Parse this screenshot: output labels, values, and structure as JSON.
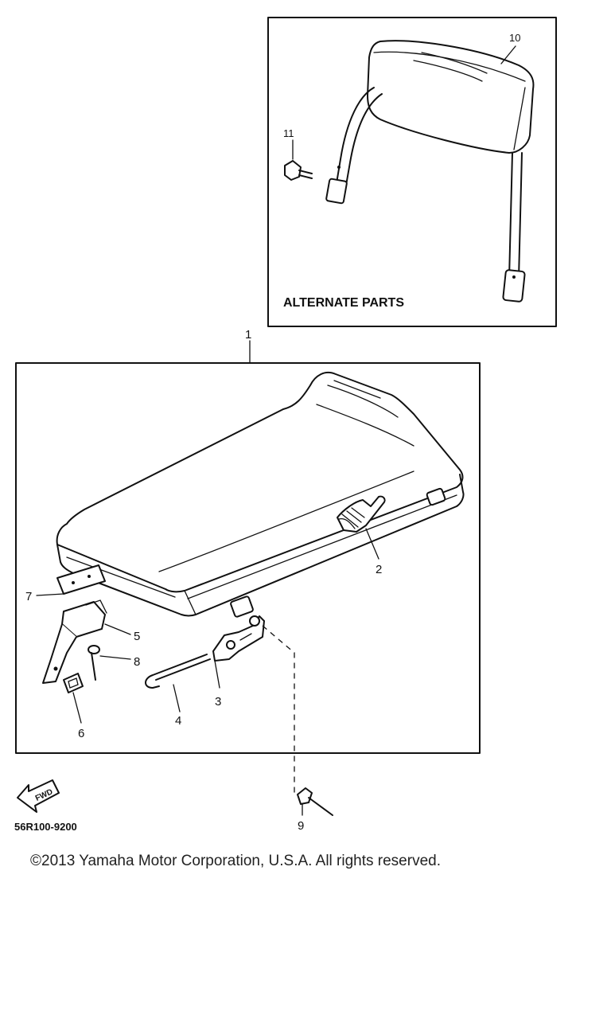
{
  "diagram": {
    "alternate_caption": "ALTERNATE PARTS",
    "figure_code": "56R100-9200",
    "fwd_label": "FWD",
    "callouts": {
      "p1": "1",
      "p2": "2",
      "p3": "3",
      "p4": "4",
      "p5": "5",
      "p6": "6",
      "p7": "7",
      "p8": "8",
      "p9": "9",
      "p10": "10",
      "p11": "11"
    }
  },
  "footer": {
    "copyright": "©2013 Yamaha Motor Corporation, U.S.A. All rights reserved."
  }
}
